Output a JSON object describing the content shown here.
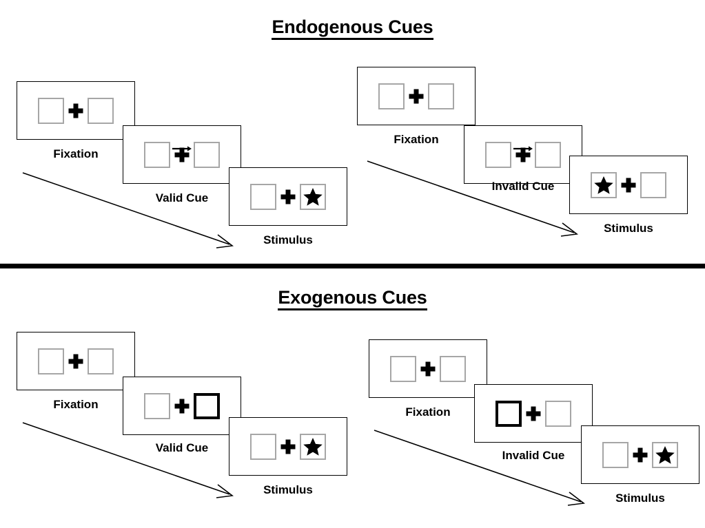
{
  "figure": {
    "title_top": "Endogenous Cues",
    "title_bottom": "Exogenous Cues"
  },
  "panels": [
    {
      "id": "endogenous",
      "title": "Endogenous Cues",
      "sequences": [
        {
          "id": "endogenous-valid",
          "condition": "valid",
          "frames": [
            {
              "label": "Fixation",
              "cue": "none",
              "cue_side": "none",
              "stimulus_side": "none"
            },
            {
              "label": "Valid Cue",
              "cue": "arrow-right",
              "cue_side": "right",
              "stimulus_side": "none"
            },
            {
              "label": "Stimulus",
              "cue": "none",
              "cue_side": "none",
              "stimulus_side": "right"
            }
          ]
        },
        {
          "id": "endogenous-invalid",
          "condition": "invalid",
          "frames": [
            {
              "label": "Fixation",
              "cue": "none",
              "cue_side": "none",
              "stimulus_side": "none"
            },
            {
              "label": "Invalid Cue",
              "cue": "arrow-right",
              "cue_side": "right",
              "stimulus_side": "none"
            },
            {
              "label": "Stimulus",
              "cue": "none",
              "cue_side": "none",
              "stimulus_side": "left"
            }
          ]
        }
      ]
    },
    {
      "id": "exogenous",
      "title": "Exogenous Cues",
      "sequences": [
        {
          "id": "exogenous-valid",
          "condition": "valid",
          "frames": [
            {
              "label": "Fixation",
              "cue": "none",
              "cue_side": "none",
              "stimulus_side": "none"
            },
            {
              "label": "Valid Cue",
              "cue": "box-highlight",
              "cue_side": "right",
              "stimulus_side": "none"
            },
            {
              "label": "Stimulus",
              "cue": "none",
              "cue_side": "none",
              "stimulus_side": "right"
            }
          ]
        },
        {
          "id": "exogenous-invalid",
          "condition": "invalid",
          "frames": [
            {
              "label": "Fixation",
              "cue": "none",
              "cue_side": "none",
              "stimulus_side": "none"
            },
            {
              "label": "Invalid Cue",
              "cue": "box-highlight",
              "cue_side": "left",
              "stimulus_side": "none"
            },
            {
              "label": "Stimulus",
              "cue": "none",
              "cue_side": "none",
              "stimulus_side": "right"
            }
          ]
        }
      ]
    }
  ],
  "time_arrows": [
    {
      "id": "endogenous-valid-time-arrow"
    },
    {
      "id": "endogenous-invalid-time-arrow"
    },
    {
      "id": "exogenous-valid-time-arrow"
    },
    {
      "id": "exogenous-invalid-time-arrow"
    }
  ],
  "colors": {
    "background": "#ffffff",
    "frame_border": "#000000",
    "box_border": "#a6a6a6",
    "cue_border": "#000000",
    "text": "#000000",
    "divider": "#000000"
  }
}
